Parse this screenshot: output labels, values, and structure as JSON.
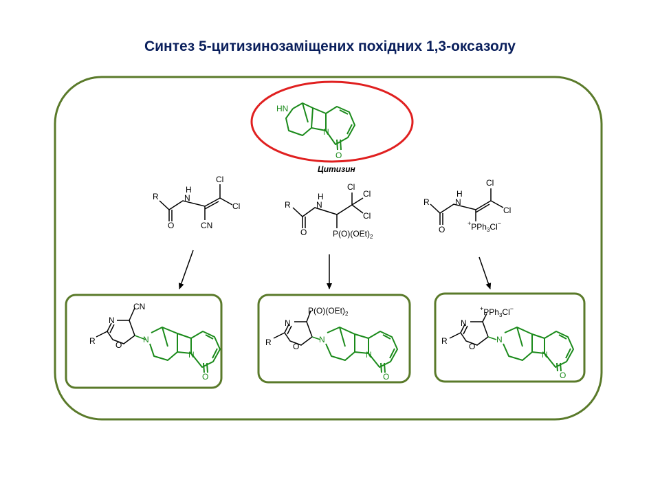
{
  "title": "Синтез 5-цитизинозаміщених похідних 1,3-оксазолу",
  "colors": {
    "title": "#0a1f5c",
    "frame": "#5a7a2a",
    "cytisine": "#1a8a1a",
    "highlight": "#e02020",
    "ink": "#000000"
  },
  "cytisine": {
    "caption": "Цитизин",
    "nh": "HN",
    "n": "N",
    "o": "O"
  },
  "reagents": [
    {
      "r": "R",
      "nh_h": "H",
      "nh_n": "N",
      "o": "O",
      "cl1": "Cl",
      "cl2": "Cl",
      "sub": "CN"
    },
    {
      "r": "R",
      "nh_h": "H",
      "nh_n": "N",
      "o": "O",
      "cl1": "Cl",
      "cl2": "Cl",
      "cl3": "Cl",
      "sub": "P(O)(OEt)",
      "sub_index": "2"
    },
    {
      "r": "R",
      "nh_h": "H",
      "nh_n": "N",
      "o": "O",
      "cl1": "Cl",
      "cl2": "Cl",
      "sub_charge": "+",
      "sub": "PPh",
      "sub_index": "3",
      "sub_tail": "Cl",
      "sub_tail_charge": "−"
    }
  ],
  "products": [
    {
      "r": "R",
      "ring_n": "N",
      "ring_o": "O",
      "sub": "CN",
      "amine_n": "N",
      "lactam_n": "N",
      "lactam_o": "O"
    },
    {
      "r": "R",
      "ring_n": "N",
      "ring_o": "O",
      "sub": "P(O)(OEt)",
      "sub_index": "2",
      "amine_n": "N",
      "lactam_n": "N",
      "lactam_o": "O"
    },
    {
      "r": "R",
      "ring_n": "N",
      "ring_o": "O",
      "sub_charge": "+",
      "sub": "PPh",
      "sub_index": "3",
      "sub_tail": "Cl",
      "sub_tail_charge": "−",
      "amine_n": "N",
      "lactam_n": "N",
      "lactam_o": "O"
    }
  ]
}
